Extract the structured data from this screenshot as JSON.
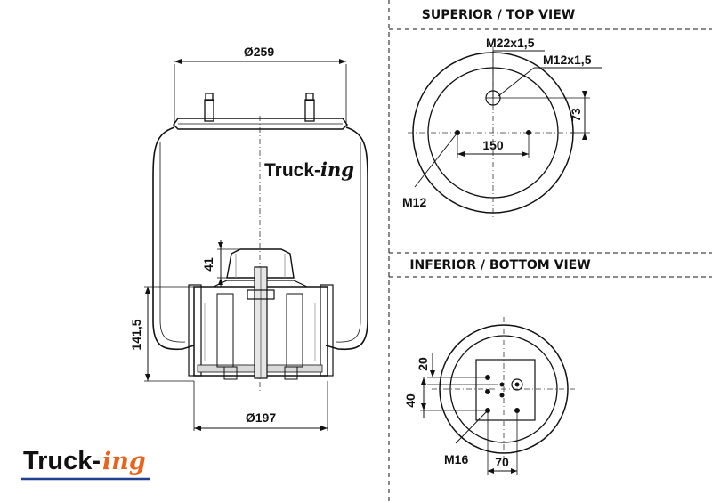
{
  "sections": {
    "top_view_title": "SUPERIOR / TOP VIEW",
    "bottom_view_title": "INFERIOR / BOTTOM VIEW"
  },
  "side_view": {
    "top_diameter": "Ø259",
    "bottom_diameter": "Ø197",
    "height": "141,5",
    "piston_step": "41"
  },
  "top_view": {
    "air_connection": "M22x1,5",
    "center_thread": "M12x1,5",
    "offset": "73",
    "bolt_spacing": "150",
    "bolt_thread": "M12"
  },
  "bottom_view": {
    "dim_20": "20",
    "dim_40": "40",
    "bolt_thread": "M16",
    "dim_70": "70"
  },
  "branding": {
    "logo_main": "Truck-",
    "logo_suffix": "ing",
    "colors": {
      "logo_blue": "#1f3f8f",
      "logo_orange": "#e8641e",
      "logo_rule": "#1f3f8f"
    }
  }
}
